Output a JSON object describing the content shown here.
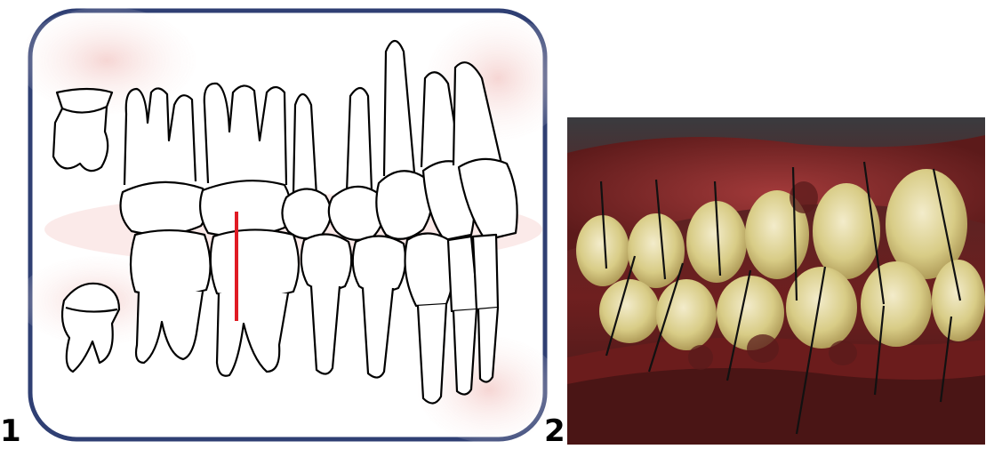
{
  "figure": {
    "panel_1": {
      "label": "1",
      "content": "dental-diagram-occlusion",
      "colors": {
        "frame": "#2f3f73",
        "gum": "#e9b4b0",
        "tooth_outline": "#000000",
        "marker": "#e01b24"
      }
    },
    "panel_2": {
      "label": "2",
      "content": "intraoral-photo-occlusion",
      "colors": {
        "teeth": "#d9cf8a",
        "gum": "#7a1e1e",
        "reference_lines": "#111111"
      }
    }
  }
}
